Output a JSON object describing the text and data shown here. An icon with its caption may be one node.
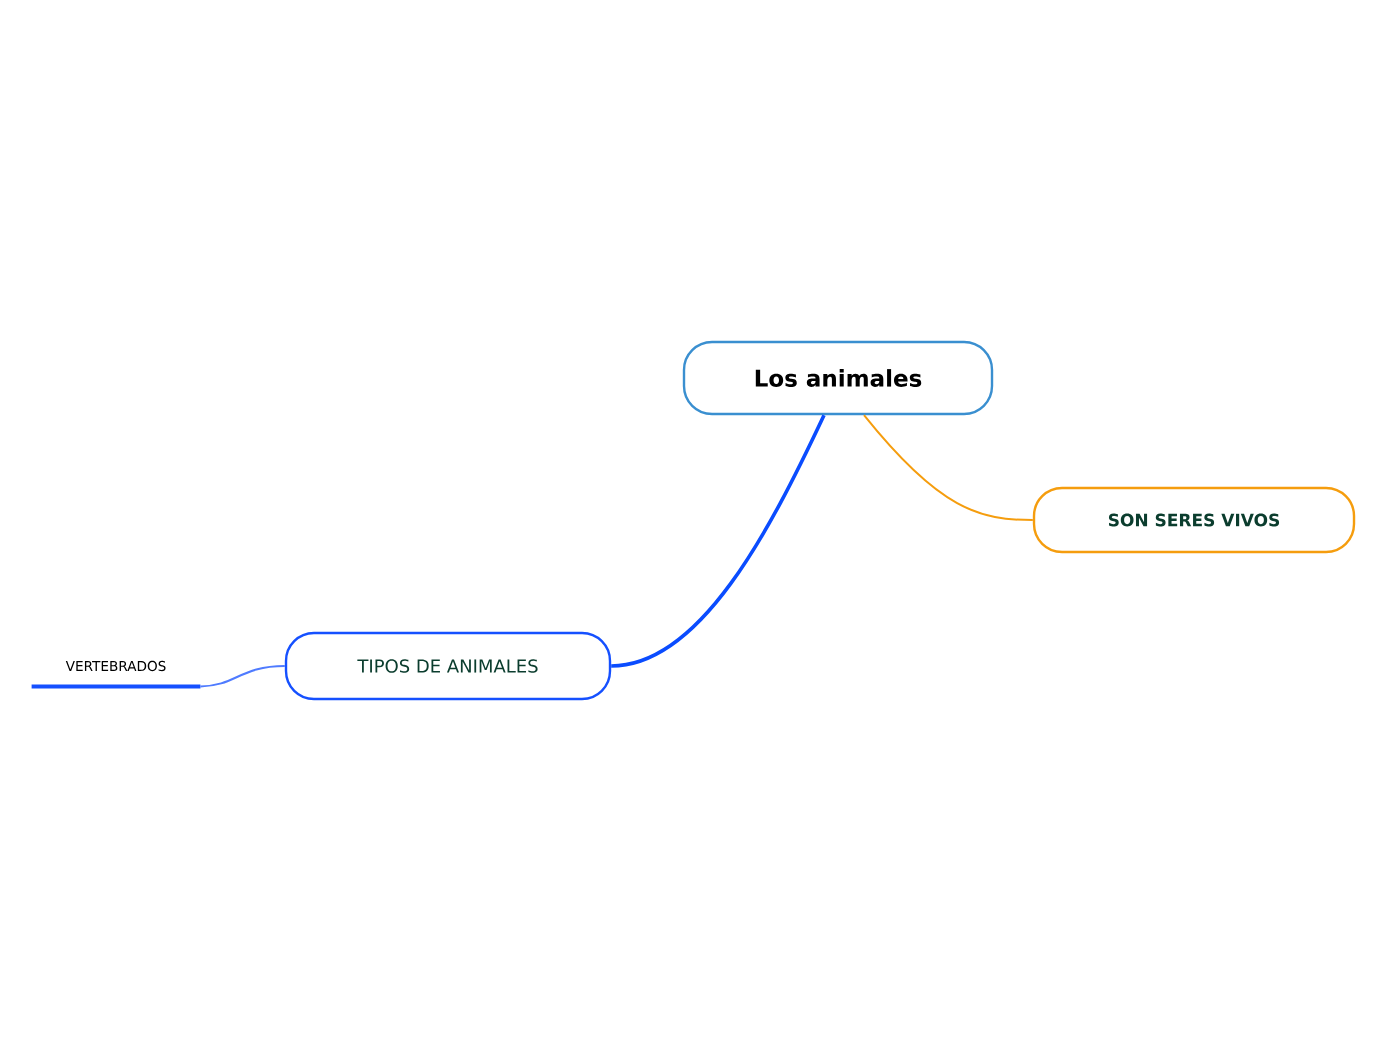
{
  "diagram": {
    "nodes": [
      {
        "text": [
          "Los animales"
        ]
      },
      {
        "text": [
          "SON SERES VIVOS"
        ]
      },
      {
        "text": [
          "TIPOS DE ANIMALES"
        ]
      },
      {
        "text": [
          "VERTEBRADOS"
        ]
      }
    ],
    "edges": [
      {
        "from": 0,
        "to": 2,
        "arrow": "none",
        "color": "#0a4cff"
      },
      {
        "from": 0,
        "to": 1,
        "arrow": "none",
        "color": "#f59d0e"
      },
      {
        "from": 2,
        "to": 3,
        "arrow": "none",
        "color": "#4f7bff"
      }
    ]
  }
}
